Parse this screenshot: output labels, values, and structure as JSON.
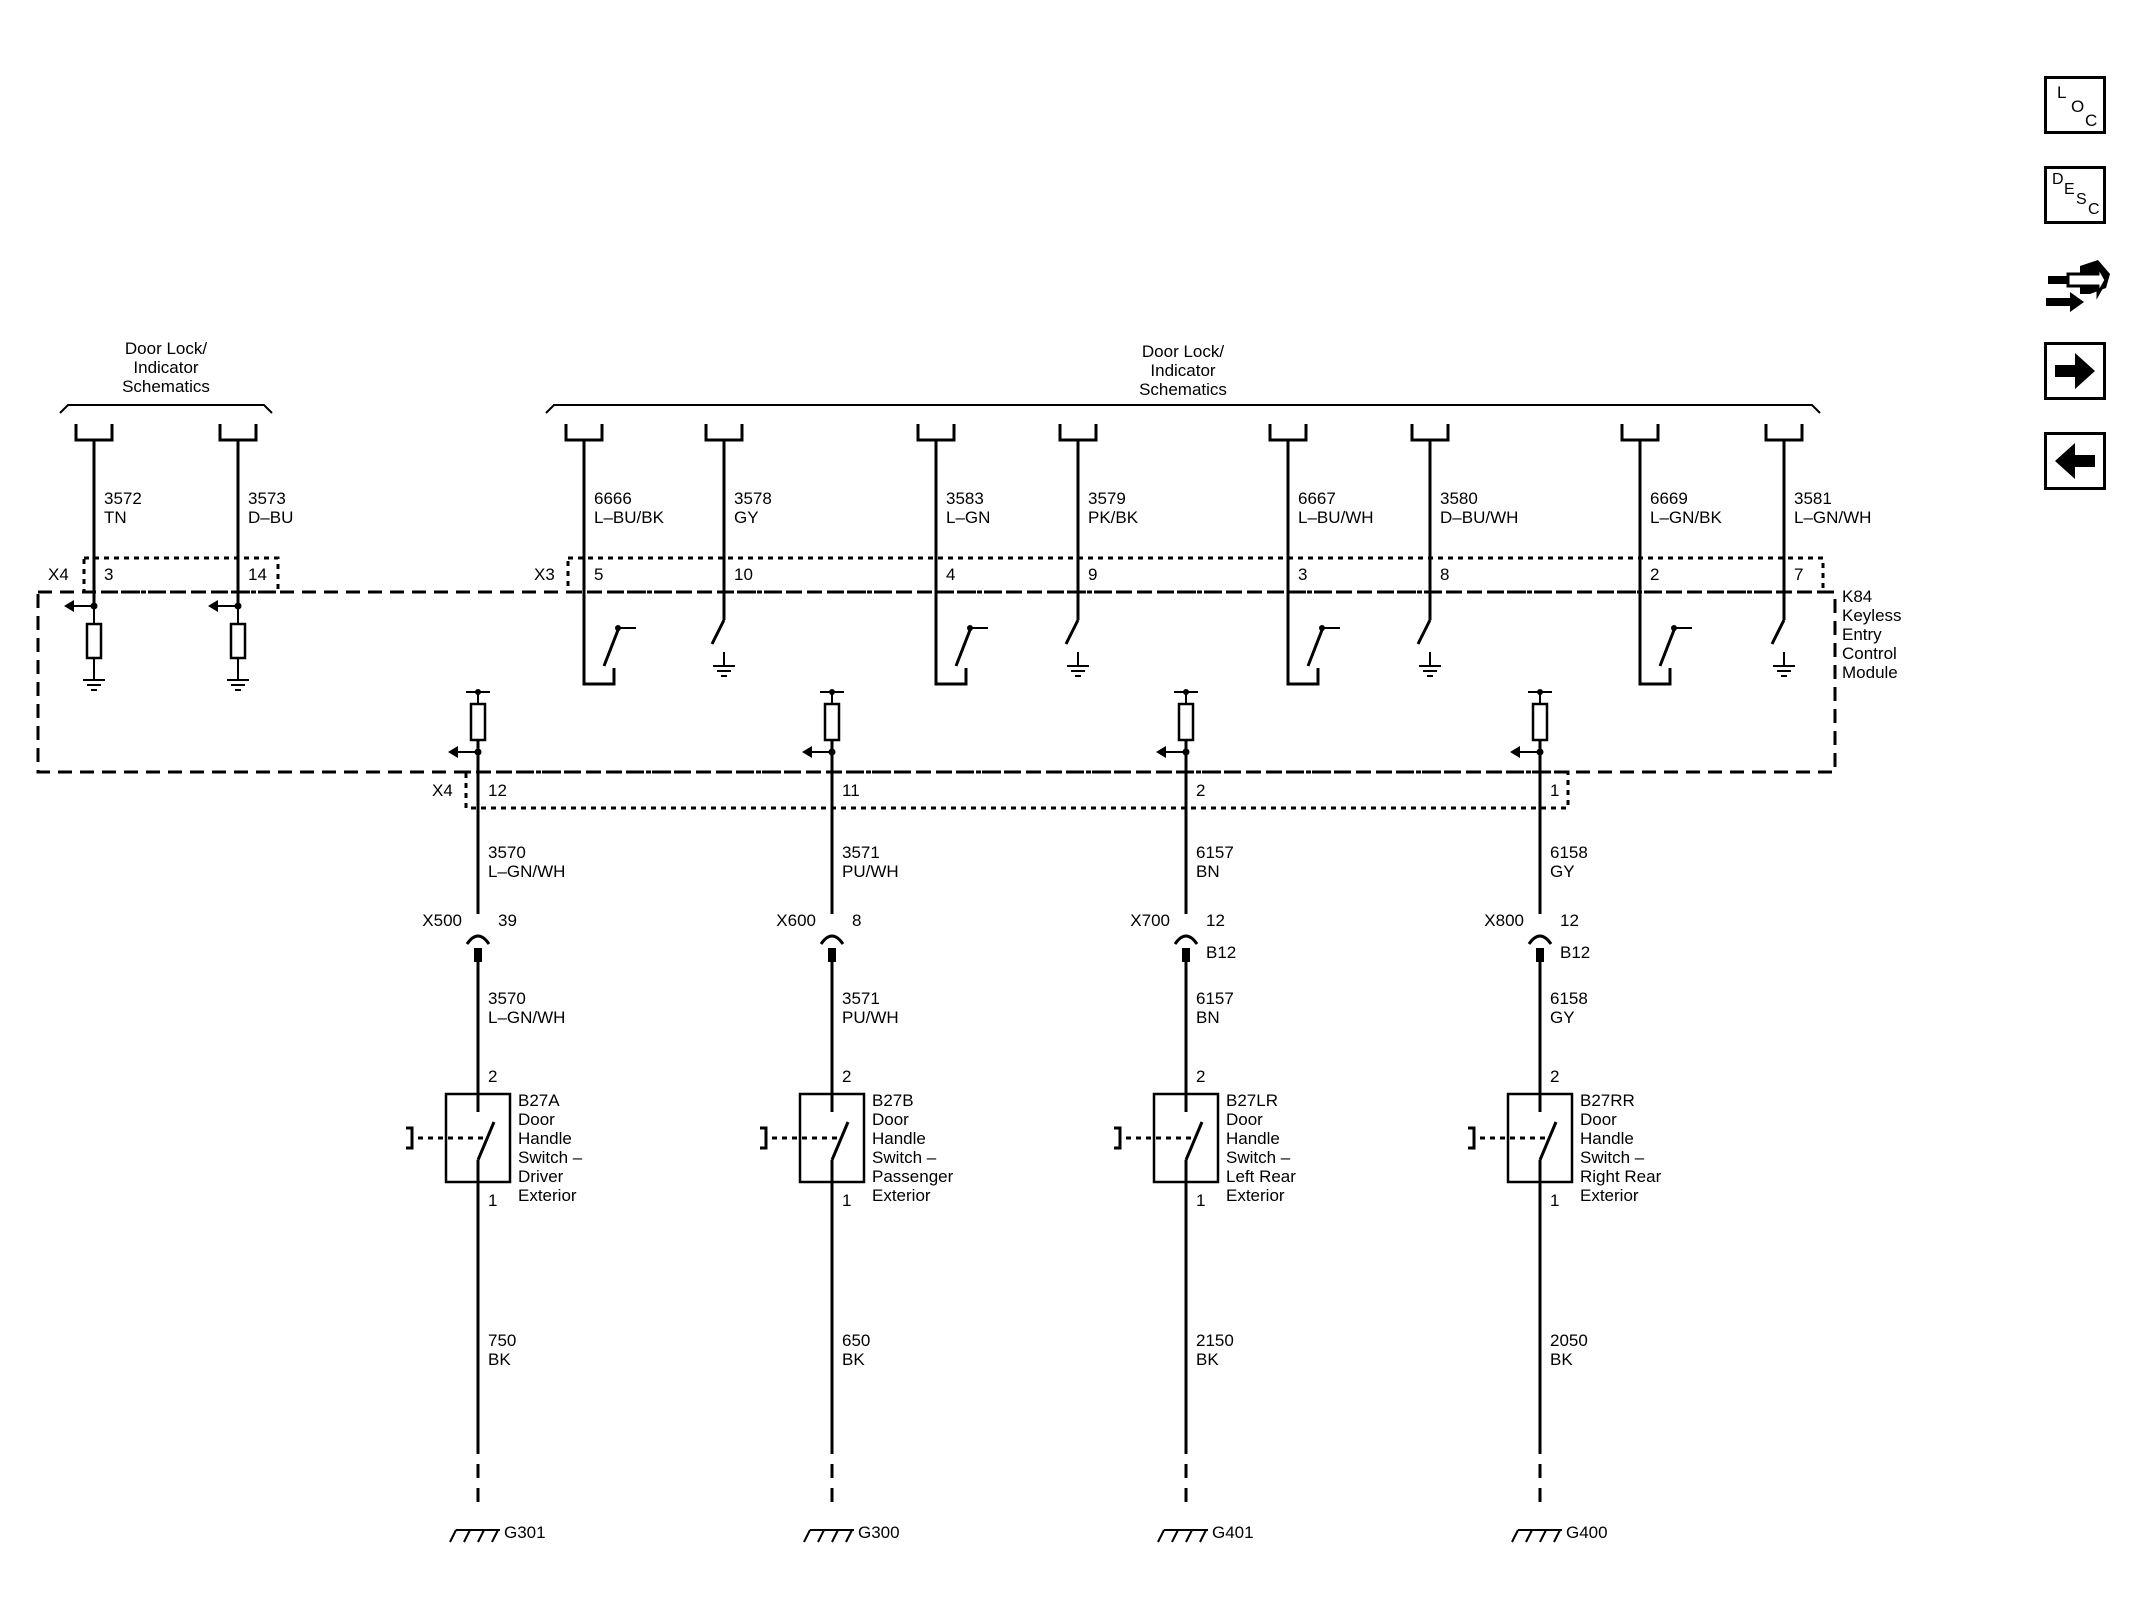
{
  "headers": {
    "left": [
      "Door Lock/",
      "Indicator",
      "Schematics"
    ],
    "right": [
      "Door Lock/",
      "Indicator",
      "Schematics"
    ]
  },
  "module": {
    "lines": [
      "K84",
      "Keyless",
      "Entry",
      "Control",
      "Module"
    ],
    "top_left_connector": "X4",
    "top_right_connector": "X3",
    "bottom_connector": "X4"
  },
  "top_left_circuits": [
    {
      "circuit": "3572",
      "color": "TN",
      "pin": "3"
    },
    {
      "circuit": "3573",
      "color": "D–BU",
      "pin": "14"
    }
  ],
  "top_right_circuits": [
    {
      "circuit": "6666",
      "color": "L–BU/BK",
      "pin": "5"
    },
    {
      "circuit": "3578",
      "color": "GY",
      "pin": "10"
    },
    {
      "circuit": "3583",
      "color": "L–GN",
      "pin": "4"
    },
    {
      "circuit": "3579",
      "color": "PK/BK",
      "pin": "9"
    },
    {
      "circuit": "6667",
      "color": "L–BU/WH",
      "pin": "3"
    },
    {
      "circuit": "3580",
      "color": "D–BU/WH",
      "pin": "8"
    },
    {
      "circuit": "6669",
      "color": "L–GN/BK",
      "pin": "2"
    },
    {
      "circuit": "3581",
      "color": "L–GN/WH",
      "pin": "7"
    }
  ],
  "branches": [
    {
      "module_pin": "12",
      "upper_circuit": "3570",
      "upper_color": "L–GN/WH",
      "inline_connector": "X500",
      "inline_pin": "39",
      "inline_pin2": "",
      "lower_circuit": "3570",
      "lower_color": "L–GN/WH",
      "switch_pin_top": "2",
      "switch_pin_bottom": "1",
      "switch_label": [
        "B27A",
        "Door",
        "Handle",
        "Switch –",
        "Driver",
        "Exterior"
      ],
      "ground_circuit": "750",
      "ground_color": "BK",
      "ground": "G301"
    },
    {
      "module_pin": "11",
      "upper_circuit": "3571",
      "upper_color": "PU/WH",
      "inline_connector": "X600",
      "inline_pin": "8",
      "inline_pin2": "",
      "lower_circuit": "3571",
      "lower_color": "PU/WH",
      "switch_pin_top": "2",
      "switch_pin_bottom": "1",
      "switch_label": [
        "B27B",
        "Door",
        "Handle",
        "Switch –",
        "Passenger",
        "Exterior"
      ],
      "ground_circuit": "650",
      "ground_color": "BK",
      "ground": "G300"
    },
    {
      "module_pin": "2",
      "upper_circuit": "6157",
      "upper_color": "BN",
      "inline_connector": "X700",
      "inline_pin": "12",
      "inline_pin2": "B12",
      "lower_circuit": "6157",
      "lower_color": "BN",
      "switch_pin_top": "2",
      "switch_pin_bottom": "1",
      "switch_label": [
        "B27LR",
        "Door",
        "Handle",
        "Switch –",
        "Left Rear",
        "Exterior"
      ],
      "ground_circuit": "2150",
      "ground_color": "BK",
      "ground": "G401"
    },
    {
      "module_pin": "1",
      "upper_circuit": "6158",
      "upper_color": "GY",
      "inline_connector": "X800",
      "inline_pin": "12",
      "inline_pin2": "B12",
      "lower_circuit": "6158",
      "lower_color": "GY",
      "switch_pin_top": "2",
      "switch_pin_bottom": "1",
      "switch_label": [
        "B27RR",
        "Door",
        "Handle",
        "Switch –",
        "Right Rear",
        "Exterior"
      ],
      "ground_circuit": "2050",
      "ground_color": "BK",
      "ground": "G400"
    }
  ],
  "nav": {
    "loc": {
      "l1": "L",
      "l2": "O",
      "l3": "C"
    },
    "desc": {
      "l1": "D",
      "l2": "E",
      "l3": "S",
      "l4": "C"
    },
    "icons": [
      "wiring-connector-icon",
      "arrow-right-icon",
      "arrow-left-icon"
    ]
  }
}
